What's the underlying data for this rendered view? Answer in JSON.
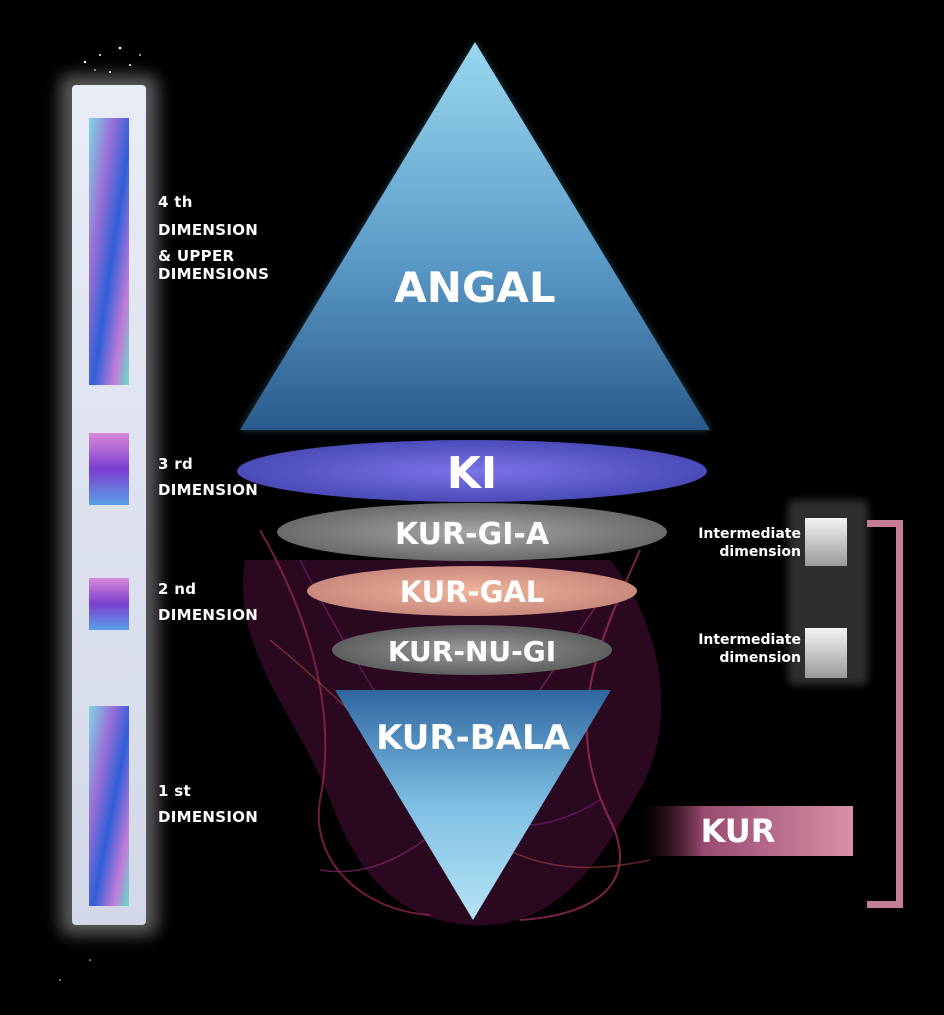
{
  "levels": {
    "angal": "ANGAL",
    "ki": "KI",
    "kur_gi_a": "KUR-GI-A",
    "kur_gal": "KUR-GAL",
    "kur_nu_gi": "KUR-NU-GI",
    "kur_bala": "KUR-BALA",
    "kur": "KUR"
  },
  "dimensions": {
    "fourth": [
      "4 th",
      "DIMENSION",
      "& UPPER",
      "DIMENSIONS"
    ],
    "third": [
      "3 rd",
      "DIMENSION"
    ],
    "second": [
      "2 nd",
      "DIMENSION"
    ],
    "first": [
      "1 st",
      "DIMENSION"
    ]
  },
  "intermediate": {
    "upper": [
      "Intermediate",
      "dimension"
    ],
    "lower": [
      "Intermediate",
      "dimension"
    ]
  },
  "colors": {
    "background": "#000000",
    "angal_top": "#8fd4ef",
    "angal_bottom": "#2d5f92",
    "ki": "#6a63d8",
    "kur_gi_a": "#8c8c8c",
    "kur_gal": "#e6a68c",
    "kur_nu_gi": "#8a8a8a",
    "kur_bala_top": "#2f6aa3",
    "kur_bala_bottom": "#a9def3",
    "kur_band": "#c8708f",
    "bracket": "#c57d95"
  }
}
